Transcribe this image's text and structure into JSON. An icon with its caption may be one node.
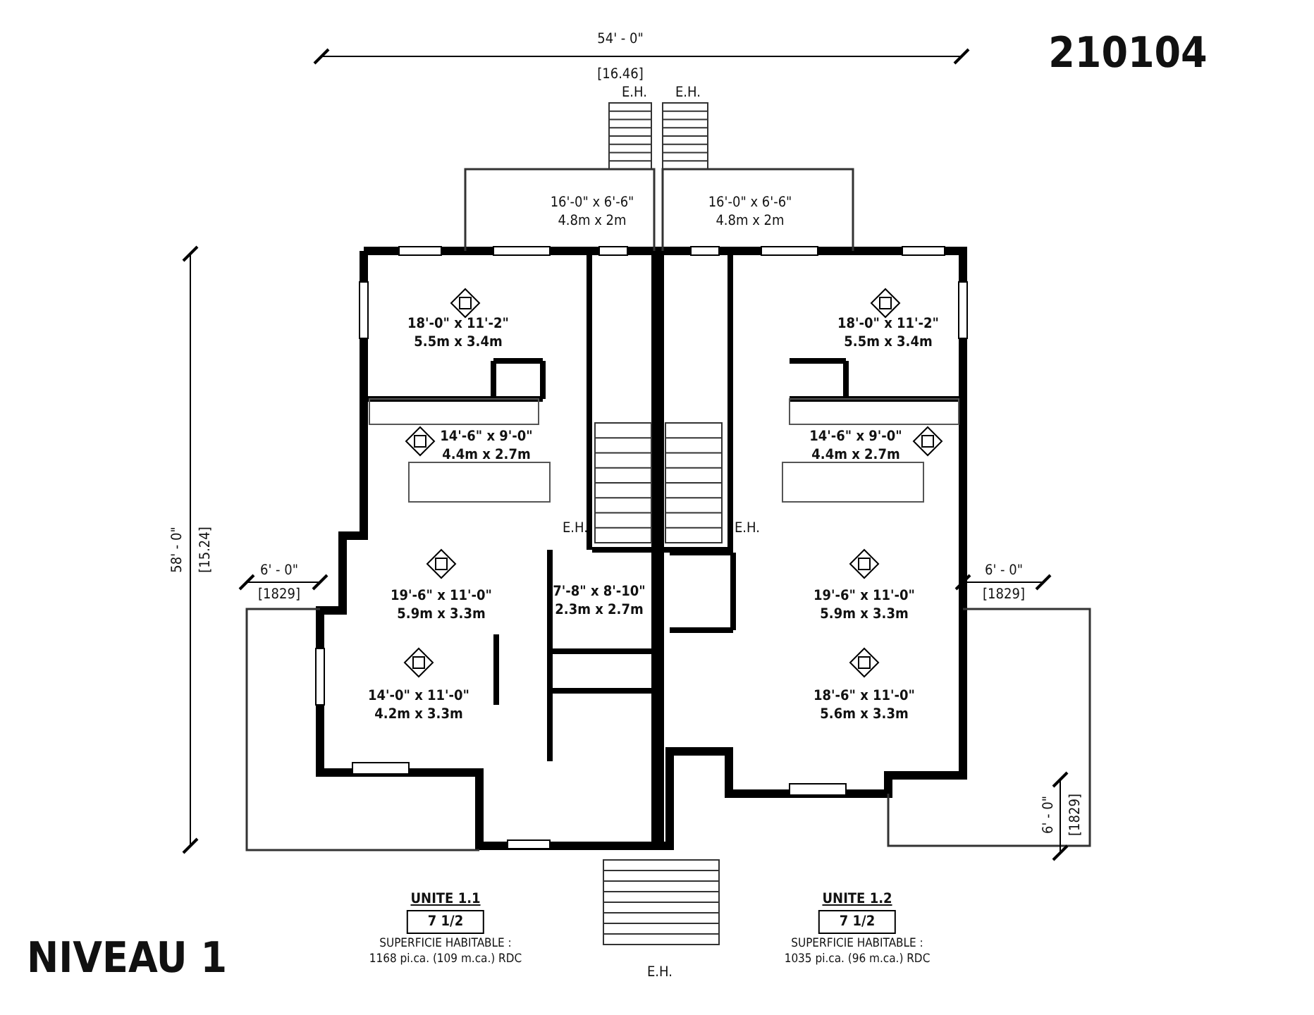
{
  "diagram": {
    "title": "NIVEAU 1",
    "nodes": [
      {
        "text": [
          "7 1/2"
        ]
      },
      {
        "text": [
          "7 1/2"
        ]
      }
    ],
    "labels": [
      "54' - 0\"",
      "[16.46]",
      "210104",
      "E.H.",
      "E.H.",
      "16'-0\" x 6'-6\"",
      "4.8m x 2m",
      "16'-0\" x 6'-6\"",
      "4.8m x 2m",
      "58' - 0\"",
      "[15.24]",
      "18'-0\" x 11'-2\"",
      "5.5m x 3.4m",
      "18'-0\" x 11'-2\"",
      "5.5m x 3.4m",
      "14'-6\" x 9'-0\"",
      "4.4m x 2.7m",
      "14'-6\" x 9'-0\"",
      "4.4m x 2.7m",
      "E.H.",
      "E.H.",
      "6' - 0\"",
      "6' - 0\"",
      "[1829]",
      "19'-6\" x 11'-0\"",
      "7'-8\" x 8'-10\"",
      "19'-6\" x 11'-0\"",
      "[1829]",
      "5.9m x 3.3m",
      "2.3m x 2.7m",
      "5.9m x 3.3m",
      "14'-0\" x 11'-0\"",
      "4.2m x 3.3m",
      "18'-6\" x 11'-0\"",
      "5.6m x 3.3m",
      "6' - 0\"",
      "[1829]",
      "UNITE 1.1",
      "UNITE 1.2",
      "SUPERFICIE HABITABLE :",
      "1168 pi.ca. (109 m.ca.) RDC",
      "SUPERFICIE HABITABLE :",
      "1035 pi.ca. (96 m.ca.) RDC",
      "E.H."
    ]
  }
}
